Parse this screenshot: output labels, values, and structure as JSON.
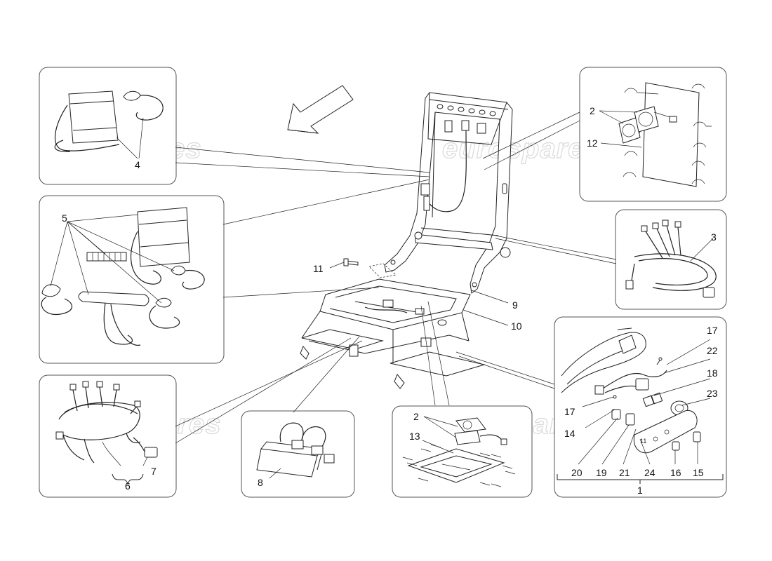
{
  "watermark": "eurospares",
  "colors": {
    "line": "#222222",
    "panel_border": "#555555",
    "watermark": "#d9d9d9"
  },
  "labels": {
    "l4": "4",
    "l5": "5",
    "l2a": "2",
    "l12": "12",
    "l3": "3",
    "l11": "11",
    "l9": "9",
    "l10": "10",
    "l17a": "17",
    "l22": "22",
    "l18": "18",
    "l23": "23",
    "l17b": "17",
    "l14": "14",
    "l20": "20",
    "l19": "19",
    "l21": "21",
    "l24": "24",
    "l16": "16",
    "l15": "15",
    "l1": "1",
    "l7": "7",
    "l6": "6",
    "l8": "8",
    "l2b": "2",
    "l13": "13"
  }
}
